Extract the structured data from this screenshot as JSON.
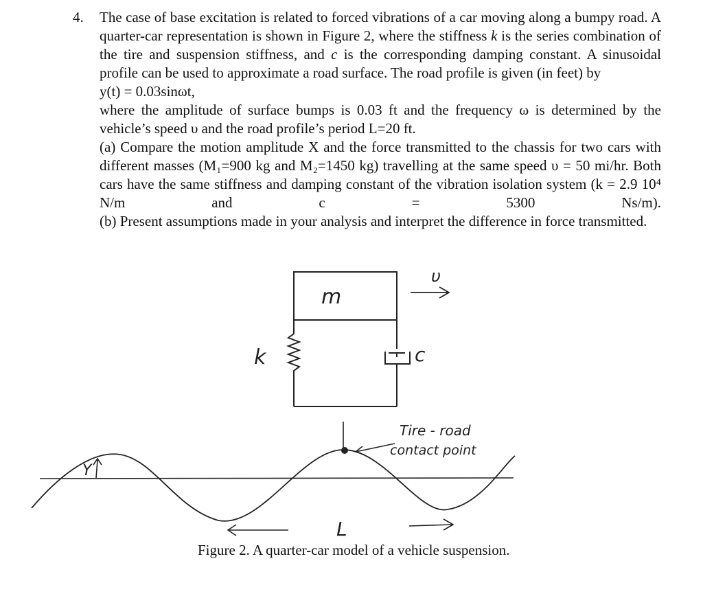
{
  "problem": {
    "number": "4.",
    "intro": "The case of base excitation is related to forced vibrations of a car moving along a bumpy road. A quarter-car representation is shown in Figure 2, where the stiffness",
    "k_symbol": "k",
    "intro_cont1": "is the series combination of the tire and suspension stiffness, and",
    "c_symbol": "c",
    "intro_cont2": "is the corresponding damping constant. A sinusoidal profile can be used to approximate a road surface. The road profile is given (in feet) by",
    "equation": "y(t) = 0.03sinωt,",
    "where_text": "where the amplitude of surface bumps is 0.03 ft and the frequency ω is determined by the vehicle’s speed υ and the road profile’s period L=20 ft.",
    "part_a": "(a) Compare the motion amplitude X and the force transmitted to the chassis for two cars with different masses (M₁=900 kg and M₂=1450 kg) travelling at the same speed υ = 50 mi/hr. Both cars have the same stiffness and damping constant of the vibration isolation system (k = 2.9 10⁴ N/m and c = 5300 Ns/m).",
    "part_b": "(b) Present assumptions made in your analysis and interpret the difference in force transmitted."
  },
  "figure": {
    "mass_label": "m",
    "spring_label": "k",
    "damper_label": "c",
    "velocity_label": "υ",
    "contact_label_line1": "Tire - road",
    "contact_label_line2": "contact point",
    "y_axis_label": "Y",
    "period_label": "L",
    "caption": "Figure 2. A quarter-car model of a vehicle suspension."
  }
}
